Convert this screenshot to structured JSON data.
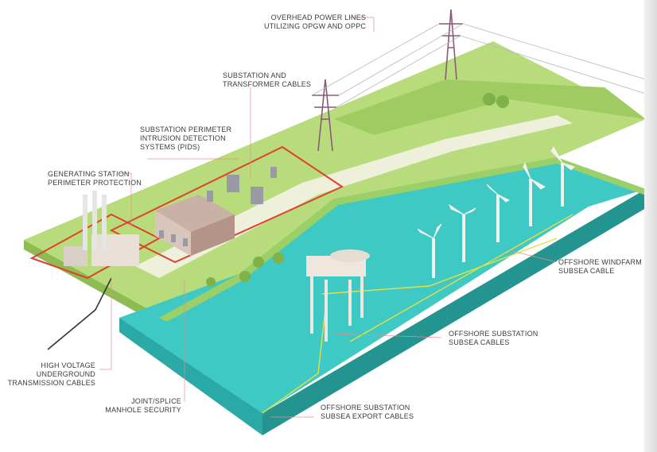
{
  "labels": {
    "overhead_lines": [
      "OVERHEAD POWER LINES",
      "UTILIZING OPGW AND OPPC"
    ],
    "substation_cables": [
      "SUBSTATION AND",
      "TRANSFORMER CABLES"
    ],
    "perimeter_pids": [
      "SUBSTATION PERIMETER",
      "INTRUSION DETECTION",
      "SYSTEMS (PIDS)"
    ],
    "generating_station": [
      "GENERATING STATION",
      "PERIMETER PROTECTION"
    ],
    "offshore_windfarm": [
      "OFFSHORE WINDFARM",
      "SUBSEA CABLE"
    ],
    "offshore_substation": [
      "OFFSHORE SUBSTATION",
      "SUBSEA CABLES"
    ],
    "hv_underground": [
      "HIGH VOLTAGE",
      "UNDERGROUND",
      "TRANSMISSION CABLES"
    ],
    "manhole_security": [
      "JOINT/SPLICE",
      "MANHOLE SECURITY"
    ],
    "export_cables": [
      "OFFSHORE SUBSTATION",
      "SUBSEA EXPORT CABLES"
    ]
  },
  "colors": {
    "grass_top": "#b8dc7c",
    "grass_side": "#8fbb53",
    "road": "#eef0dc",
    "sea_top": "#3fc9c4",
    "sea_side": "#2aa9a6",
    "perimeter": "#e0402f",
    "subsea_cable": "#e8df3f",
    "tower": "#8a5a78"
  },
  "icons": {
    "pylon": "transmission-tower-icon",
    "turbine": "wind-turbine-icon",
    "tree": "tree-icon",
    "chimney": "chimney-icon",
    "platform": "offshore-platform-icon"
  }
}
